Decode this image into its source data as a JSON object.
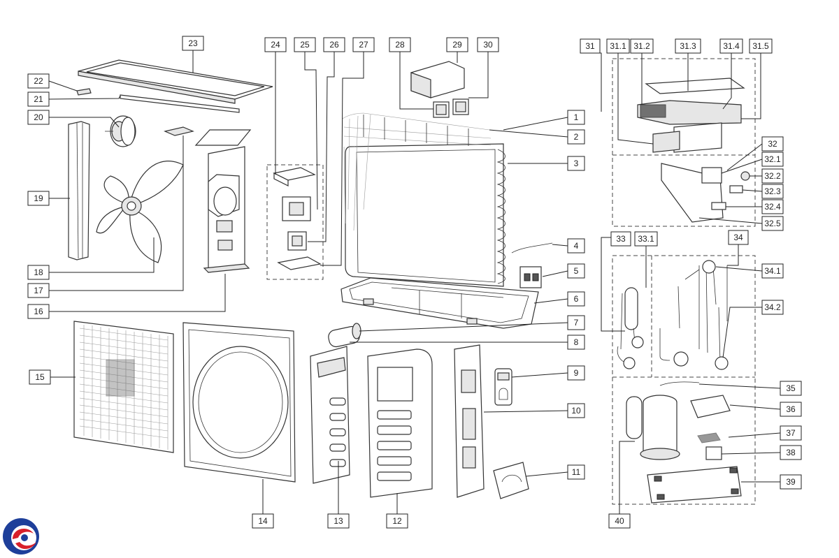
{
  "diagram": {
    "title": "Outdoor unit exploded view",
    "callouts": [
      "1",
      "2",
      "3",
      "4",
      "5",
      "6",
      "7",
      "8",
      "9",
      "10",
      "11",
      "12",
      "13",
      "14",
      "15",
      "16",
      "17",
      "18",
      "19",
      "20",
      "21",
      "22",
      "23",
      "24",
      "25",
      "26",
      "27",
      "28",
      "29",
      "30",
      "31",
      "31.1",
      "31.2",
      "31.3",
      "31.4",
      "31.5",
      "32",
      "32.1",
      "32.2",
      "32.3",
      "32.4",
      "32.5",
      "33",
      "33.1",
      "34",
      "34.1",
      "34.2",
      "35",
      "36",
      "37",
      "38",
      "39",
      "40"
    ]
  },
  "colors": {
    "logo_blue": "#1e3f9a",
    "logo_red": "#d8202a",
    "line": "#222222"
  }
}
